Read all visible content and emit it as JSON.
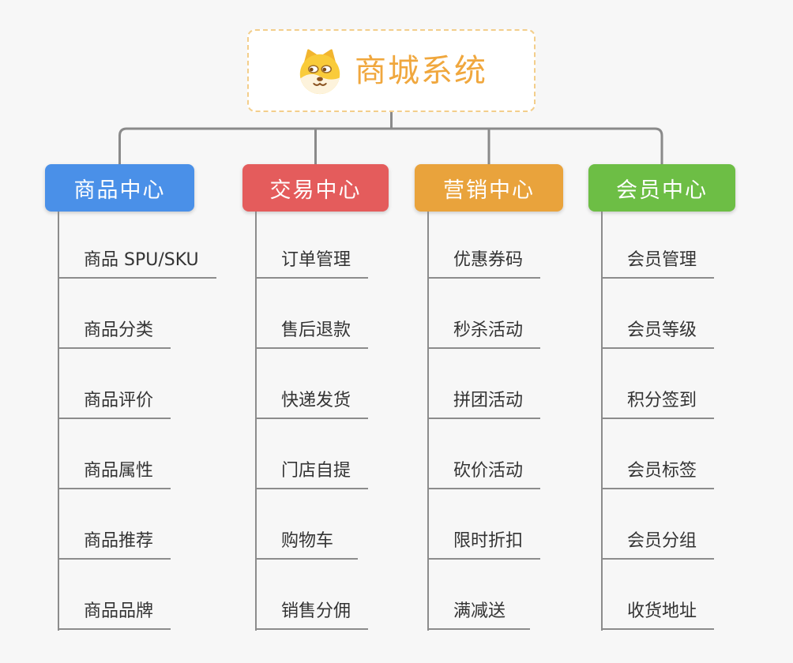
{
  "root": {
    "title": "商城系统",
    "icon": "shiba-dog-face"
  },
  "branches": [
    {
      "id": "product-center",
      "label": "商品中心",
      "color": "#4A90E8",
      "items": [
        "商品 SPU/SKU",
        "商品分类",
        "商品评价",
        "商品属性",
        "商品推荐",
        "商品品牌"
      ]
    },
    {
      "id": "trade-center",
      "label": "交易中心",
      "color": "#E45C5C",
      "items": [
        "订单管理",
        "售后退款",
        "快递发货",
        "门店自提",
        "购物车",
        "销售分佣"
      ]
    },
    {
      "id": "marketing-center",
      "label": "营销中心",
      "color": "#E9A33C",
      "items": [
        "优惠券码",
        "秒杀活动",
        "拼团活动",
        "砍价活动",
        "限时折扣",
        "满减送"
      ]
    },
    {
      "id": "member-center",
      "label": "会员中心",
      "color": "#6DBE45",
      "items": [
        "会员管理",
        "会员等级",
        "积分签到",
        "会员标签",
        "会员分组",
        "收货地址"
      ]
    }
  ],
  "colors": {
    "background": "#F7F7F7",
    "connector": "#8A8A8A",
    "leaf_line": "#8C8C8C",
    "leaf_text": "#333333",
    "root_accent": "#F0A73D",
    "root_border": "#F3CE8B",
    "branch_text": "#FFFFFF"
  }
}
